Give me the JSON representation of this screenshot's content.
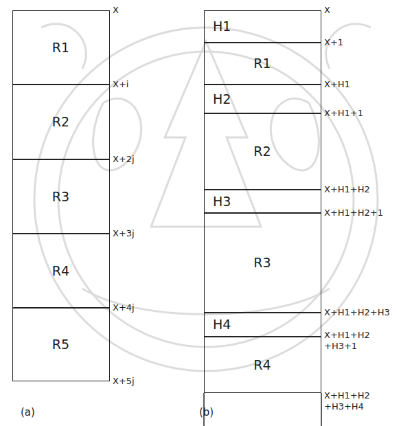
{
  "diagram": {
    "nodes": [
      {
        "text": [
          "R1"
        ]
      },
      {
        "text": [
          "R2"
        ]
      },
      {
        "text": [
          "R3"
        ]
      },
      {
        "text": [
          "R4"
        ]
      },
      {
        "text": [
          "R5"
        ]
      },
      {
        "text": [
          "H1"
        ]
      },
      {
        "text": [
          "R1"
        ]
      },
      {
        "text": [
          "H2"
        ]
      },
      {
        "text": [
          "R2"
        ]
      },
      {
        "text": [
          "H3"
        ]
      },
      {
        "text": [
          "R3"
        ]
      },
      {
        "text": [
          "H4"
        ]
      },
      {
        "text": [
          "R4"
        ]
      }
    ],
    "labels": [
      "X",
      "X+i",
      "X+2j",
      "X+3j",
      "X+4j",
      "X+5j",
      "(a)",
      "X",
      "X+1",
      "X+H1",
      "X+H1+1",
      "X+H1+H2",
      "X+H1+H2+1",
      "X+H1+H2+H3",
      "X+H1+H2 +H3+1",
      "X+H1+H2 +H3+H4",
      "(b)"
    ]
  }
}
